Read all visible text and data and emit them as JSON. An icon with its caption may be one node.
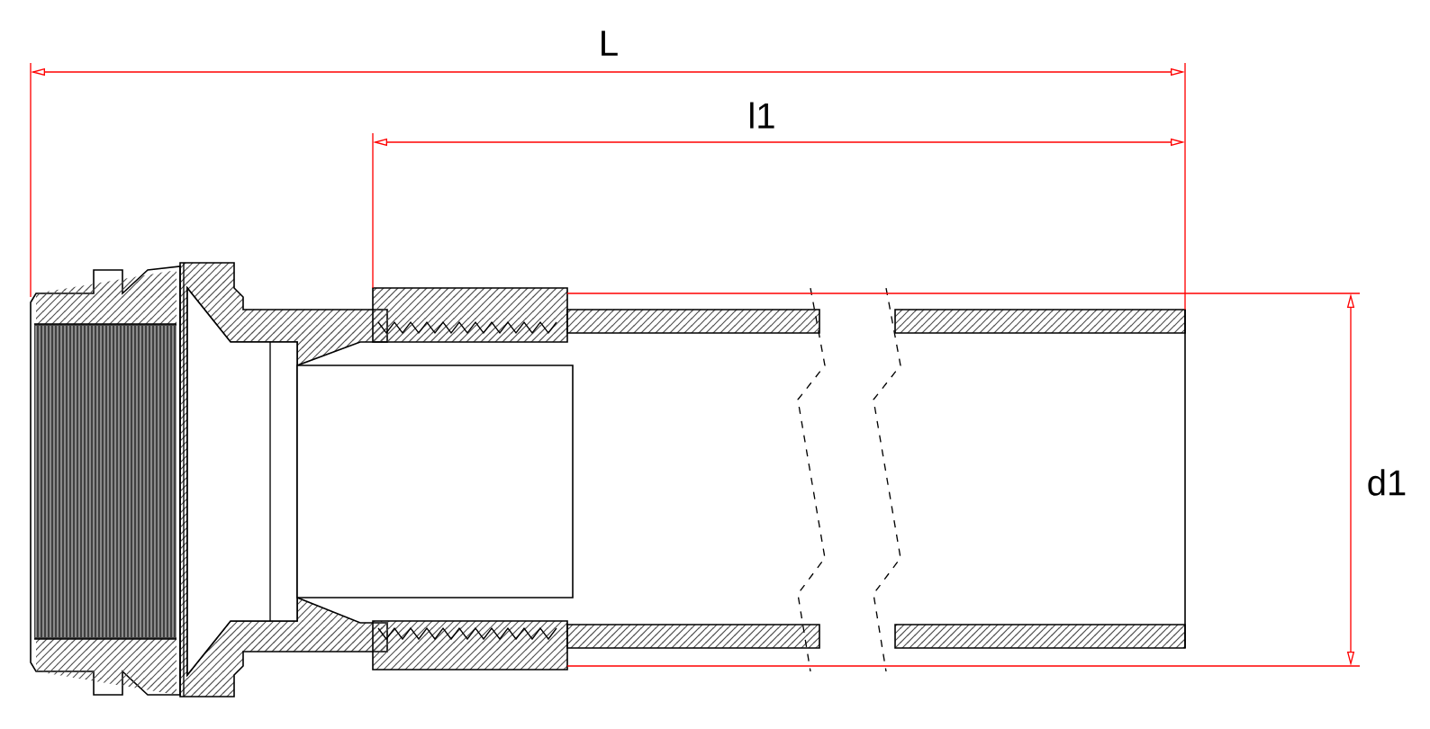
{
  "diagram": {
    "labels": [
      "L",
      "l1",
      "d1"
    ]
  }
}
